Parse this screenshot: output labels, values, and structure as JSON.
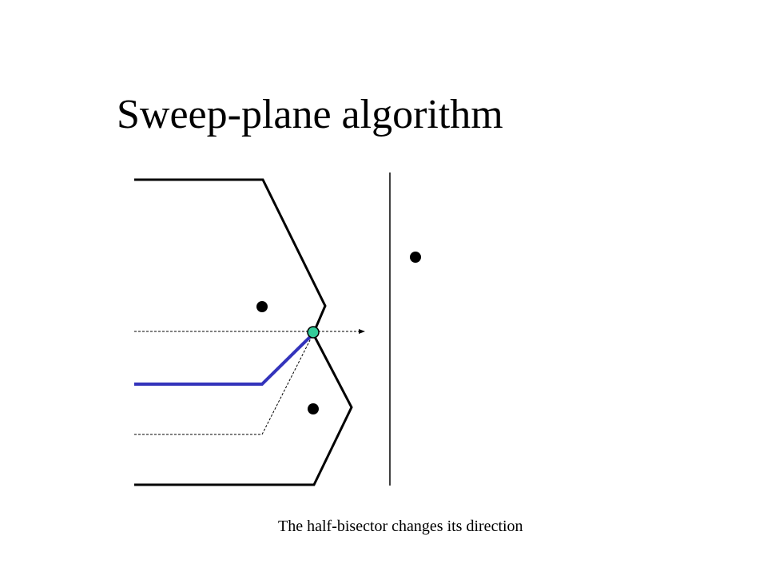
{
  "slide": {
    "title": "Sweep-plane algorithm",
    "caption": "The half-bisector changes its direction"
  },
  "colors": {
    "boundary": "#000000",
    "half_bisector": "#3333bb",
    "event_point": "#33cc99",
    "event_point_outline": "#000000",
    "dashed": "#000000"
  },
  "icons": {
    "sites": "filled-circle",
    "event_point": "filled-circle",
    "sweep_direction": "arrow-right"
  }
}
